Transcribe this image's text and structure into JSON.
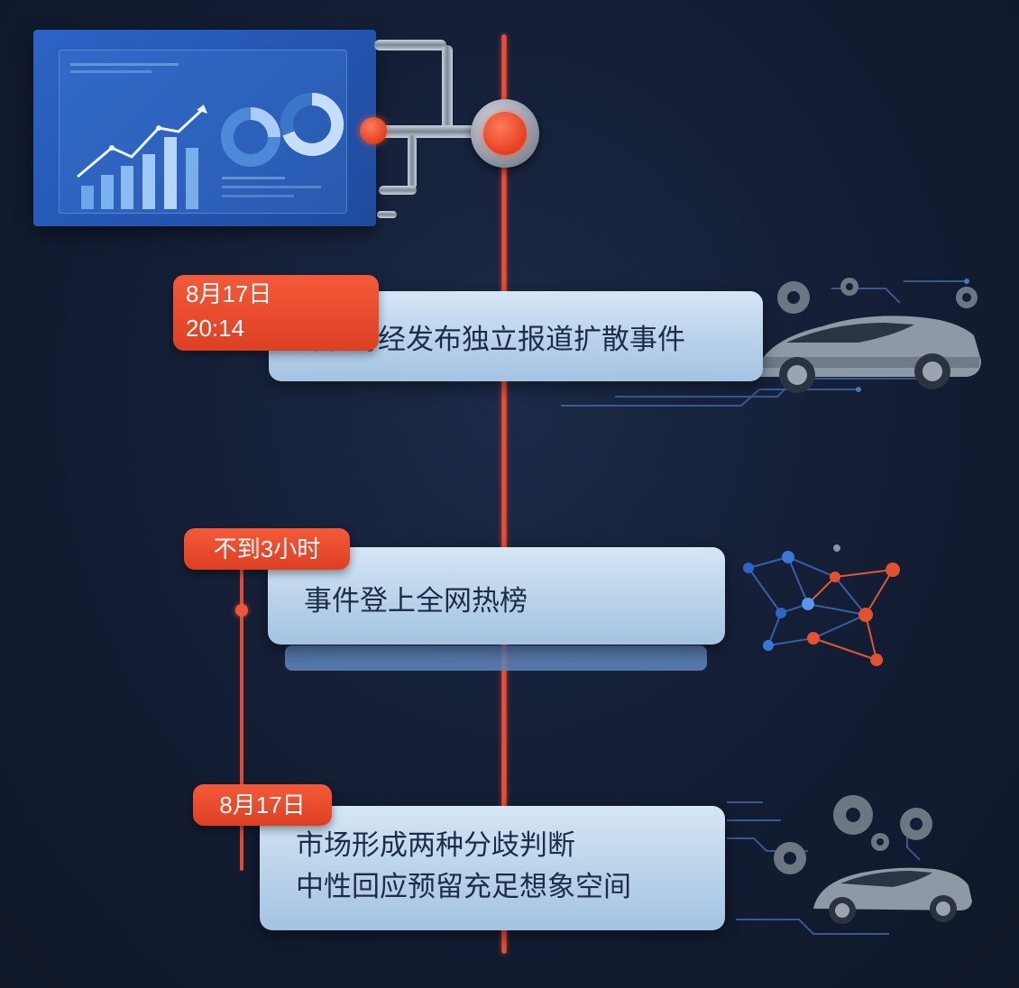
{
  "events": [
    {
      "tag_date": "8月17日",
      "tag_time": "20:14",
      "text": "新浪财经发布独立报道扩散事件"
    },
    {
      "tag": "不到3小时",
      "text": "事件登上全网热榜"
    },
    {
      "tag": "8月17日",
      "lines": [
        "市场形成两种分歧判断",
        "中性回应预留充足想象空间"
      ]
    }
  ],
  "colors": {
    "accent": "#f0553a",
    "background": "#131d33",
    "card": "#b9d2ea",
    "dashboard": "#2d63c4"
  },
  "icons": [
    "chart-icon",
    "donut-icon",
    "gear-icon",
    "car-icon",
    "network-icon"
  ]
}
